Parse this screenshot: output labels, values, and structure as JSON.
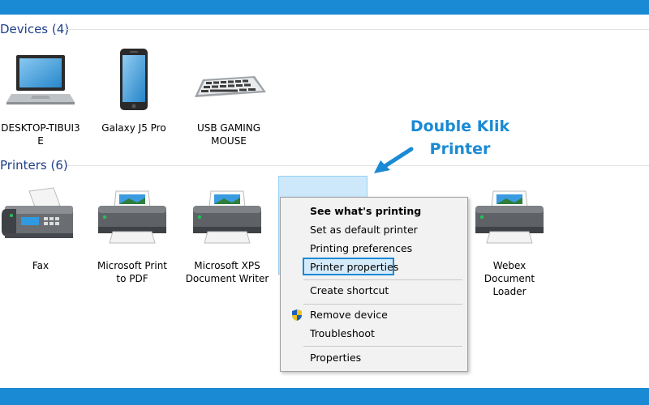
{
  "devices_header": "Devices (4)",
  "printers_header": "Printers (6)",
  "devices": [
    {
      "name": "DESKTOP-TIBUI3\nE",
      "icon": "laptop-icon"
    },
    {
      "name": "Galaxy J5 Pro",
      "icon": "phone-icon"
    },
    {
      "name": "USB GAMING\nMOUSE",
      "icon": "keyboard-icon"
    }
  ],
  "printers": [
    {
      "name": "Fax",
      "icon": "fax-icon"
    },
    {
      "name": "Microsoft Print\nto PDF",
      "icon": "printer-icon"
    },
    {
      "name": "Microsoft XPS\nDocument Writer",
      "icon": "printer-icon"
    },
    {
      "name": "Webex\nDocument\nLoader",
      "icon": "printer-icon"
    }
  ],
  "callout": {
    "line1": "Double Klik",
    "line2": "Printer"
  },
  "context_menu": {
    "see_whats_printing": "See what's printing",
    "set_default": "Set as default printer",
    "printing_preferences": "Printing preferences",
    "printer_properties": "Printer properties",
    "create_shortcut": "Create shortcut",
    "remove_device": "Remove device",
    "troubleshoot": "Troubleshoot",
    "properties": "Properties"
  },
  "colors": {
    "accent": "#1a8ad4",
    "header_text": "#1e3f8a",
    "menu_bg": "#f2f2f2"
  }
}
